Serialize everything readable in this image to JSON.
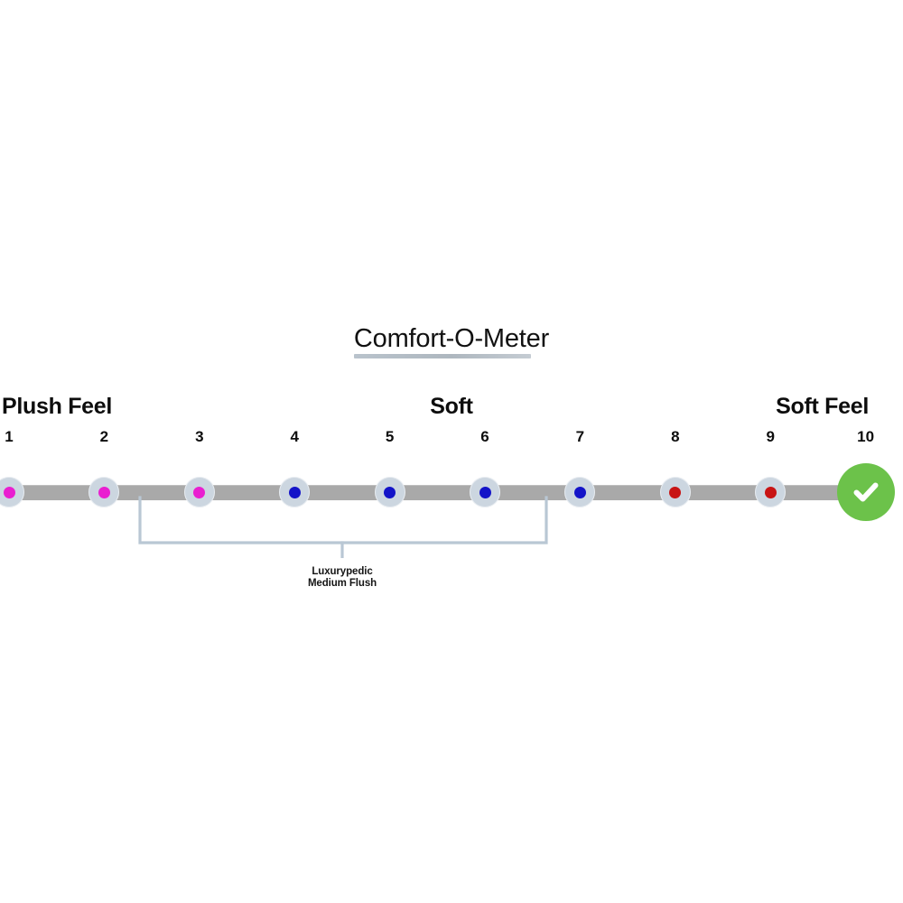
{
  "chart_data": {
    "type": "scatter",
    "title": "Comfort-O-Meter",
    "xlabel": "",
    "ylabel": "",
    "x": [
      1,
      2,
      3,
      4,
      5,
      6,
      7,
      8,
      9,
      10
    ],
    "tick_labels": [
      "1",
      "2",
      "3",
      "4",
      "5",
      "6",
      "7",
      "8",
      "9",
      "10"
    ],
    "xlim": [
      1,
      10
    ],
    "grid": false,
    "legend": "none",
    "series": [
      {
        "name": "Comfort scale points",
        "values": [
          1,
          2,
          3,
          4,
          5,
          6,
          7,
          8,
          9,
          10
        ],
        "marker_colors": [
          "#e91fd0",
          "#e91fd0",
          "#e91fd0",
          "#1414c8",
          "#1414c8",
          "#1414c8",
          "#1414c8",
          "#c81414",
          "#c81414",
          "#6cc24a"
        ]
      }
    ],
    "annotations": [
      {
        "text": "Luxurypedic Medium Flush",
        "lines": [
          "Luxurypedic",
          "Medium Flush"
        ],
        "spans_ticks": [
          2,
          6
        ],
        "pointer_at_tick": 4
      }
    ],
    "axis_captions": {
      "left": "Plush Feel",
      "center": "Soft",
      "right": "Soft Feel"
    },
    "selected_tick": 10
  },
  "chart": {
    "title": "Comfort-O-Meter",
    "captions": {
      "left": "Plush Feel",
      "center": "Soft",
      "right": "Soft Feel"
    },
    "ticks": [
      "1",
      "2",
      "3",
      "4",
      "5",
      "6",
      "7",
      "8",
      "9",
      "10"
    ],
    "points": [
      {
        "label": "1",
        "color": "#e91fd0",
        "type": "dot"
      },
      {
        "label": "2",
        "color": "#e91fd0",
        "type": "dot"
      },
      {
        "label": "3",
        "color": "#e91fd0",
        "type": "dot"
      },
      {
        "label": "4",
        "color": "#1414c8",
        "type": "dot"
      },
      {
        "label": "5",
        "color": "#1414c8",
        "type": "dot"
      },
      {
        "label": "6",
        "color": "#1414c8",
        "type": "dot"
      },
      {
        "label": "7",
        "color": "#1414c8",
        "type": "dot"
      },
      {
        "label": "8",
        "color": "#c81414",
        "type": "dot"
      },
      {
        "label": "9",
        "color": "#c81414",
        "type": "dot"
      },
      {
        "label": "10",
        "color": "#6cc24a",
        "type": "check"
      }
    ],
    "callout": {
      "line1": "Luxurypedic",
      "line2": "Medium Flush"
    },
    "colors": {
      "track": "#a9a9a9",
      "ring": "#ccd6e0",
      "bracket": "#b9c7d4",
      "underline": "#b0b9c1",
      "check": "#6cc24a",
      "text": "#0d0d0d"
    }
  }
}
